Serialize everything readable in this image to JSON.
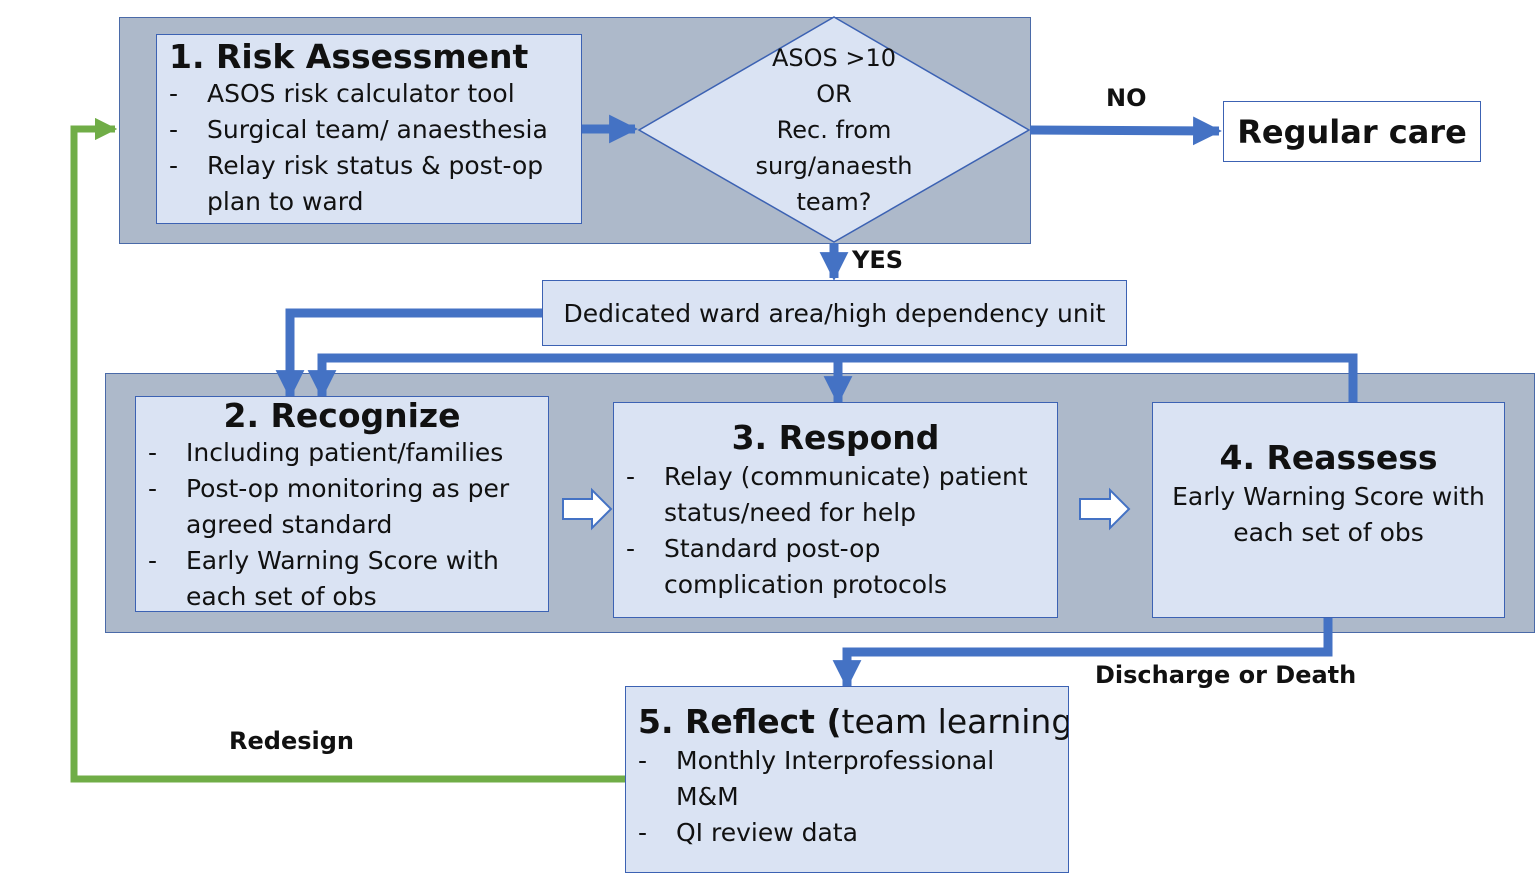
{
  "nodes": {
    "risk": {
      "title": "1. Risk Assessment",
      "items": [
        "ASOS risk calculator tool",
        "Surgical team/ anaesthesia",
        "Relay risk status & post-op plan to ward"
      ]
    },
    "decision": {
      "lines": [
        "ASOS >10",
        "OR",
        "Rec. from",
        "surg/anaesth",
        "team?"
      ]
    },
    "regular": {
      "label": "Regular care"
    },
    "ward": {
      "label": "Dedicated ward area/high dependency unit"
    },
    "recognize": {
      "title": "2. Recognize",
      "items": [
        "Including patient/families",
        "Post-op monitoring as per agreed standard",
        "Early Warning Score with each set of obs"
      ]
    },
    "respond": {
      "title": "3. Respond",
      "items": [
        "Relay (communicate) patient status/need for help",
        "Standard post-op complication protocols"
      ]
    },
    "reassess": {
      "title": "4. Reassess",
      "body": "Early Warning Score with each set of obs"
    },
    "reflect": {
      "title_bold": "5. Reflect",
      "title_open": " (",
      "title_normal": "team learning",
      "title_close": ")",
      "items": [
        "Monthly Interprofessional M&M",
        "QI review data"
      ]
    }
  },
  "edges": {
    "no_label": "NO",
    "yes_label": "YES",
    "discharge_label": "Discharge or Death",
    "redesign_label": "Redesign"
  },
  "colors": {
    "panel_bg": "#adb9ca",
    "box_bg": "#dae3f3",
    "box_border": "#3c62b3",
    "arrow_blue": "#4472c4",
    "arrow_green": "#70ad47"
  }
}
